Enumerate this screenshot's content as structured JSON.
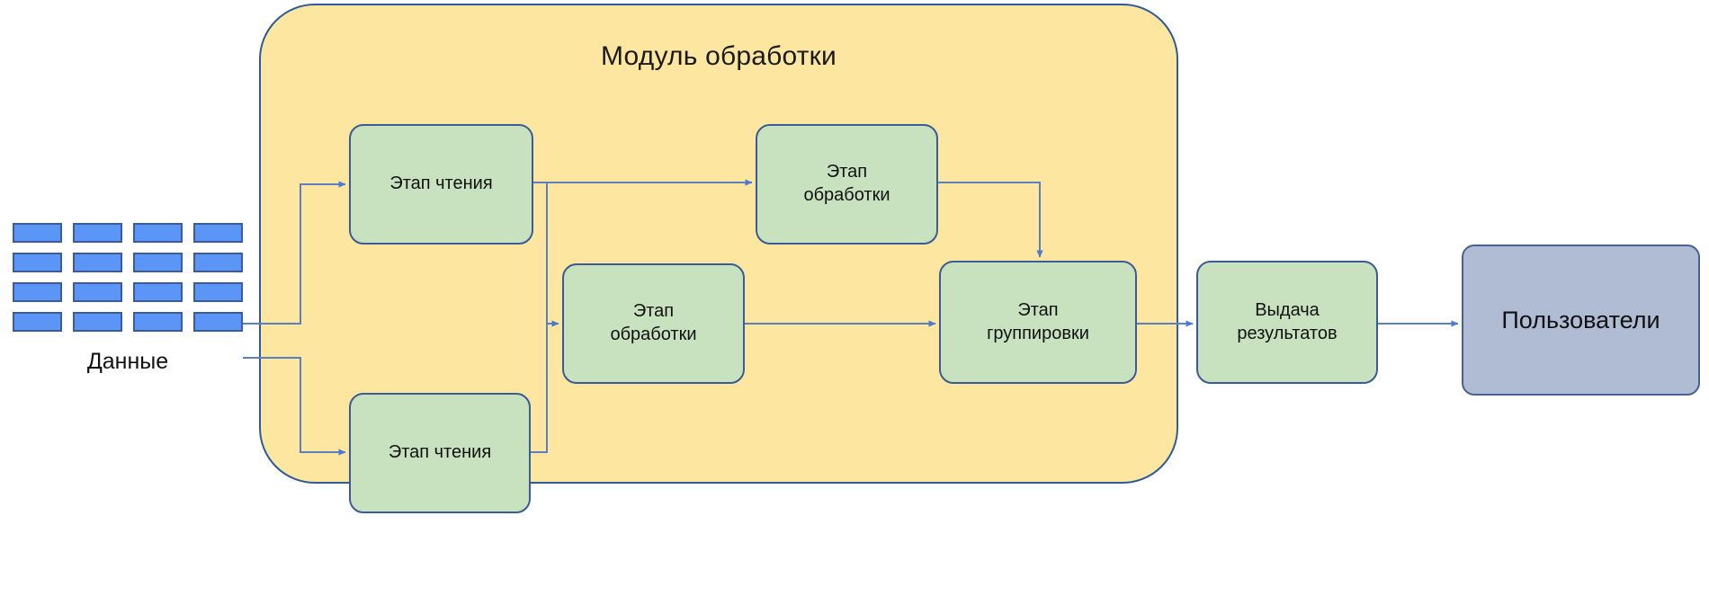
{
  "diagram": {
    "title": "Модуль обработки",
    "background_color": "#ffffff",
    "module": {
      "label": "Модуль обработки",
      "fill_color": "#fde7a0",
      "border_color": "#2e5c9a"
    },
    "source": {
      "label": "Данные",
      "cell_color": "#5b96f7",
      "cell_border_color": "#3a5d9a",
      "rows": 4,
      "columns": 4
    },
    "nodes": [
      {
        "id": "read-1",
        "label": "Этап чтения",
        "fill_color": "#c8e2c0",
        "border_color": "#3b5a96"
      },
      {
        "id": "read-2",
        "label": "Этап чтения",
        "fill_color": "#c8e2c0",
        "border_color": "#3b5a96"
      },
      {
        "id": "process-1",
        "label": "Этап\nобработки",
        "line1": "Этап",
        "line2": "обработки",
        "fill_color": "#c8e2c0",
        "border_color": "#3b5a96"
      },
      {
        "id": "process-2",
        "label": "Этап\nобработки",
        "line1": "Этап",
        "line2": "обработки",
        "fill_color": "#c8e2c0",
        "border_color": "#3b5a96"
      },
      {
        "id": "group",
        "label": "Этап\nгруппировки",
        "line1": "Этап",
        "line2": "группировки",
        "fill_color": "#c8e2c0",
        "border_color": "#3b5a96"
      },
      {
        "id": "output",
        "label": "Выдача\nрезультатов",
        "line1": "Выдача",
        "line2": "результатов",
        "fill_color": "#c8e2c0",
        "border_color": "#3b5a96"
      },
      {
        "id": "users",
        "label": "Пользователи",
        "fill_color": "#b0bcd4",
        "border_color": "#48618f"
      }
    ],
    "edges": [
      {
        "from": "Данные",
        "to": "Этап чтения"
      },
      {
        "from": "Данные",
        "to": "Этап чтения"
      },
      {
        "from": "Этап чтения",
        "to": "Этап обработки"
      },
      {
        "from": "Этап чтения",
        "to": "Этап обработки"
      },
      {
        "from": "Этап обработки",
        "to": "Этап группировки"
      },
      {
        "from": "Этап обработки",
        "to": "Этап группировки"
      },
      {
        "from": "Этап группировки",
        "to": "Выдача результатов"
      },
      {
        "from": "Выдача результатов",
        "to": "Пользователи"
      }
    ],
    "edge_color": "#5b7fc0"
  }
}
